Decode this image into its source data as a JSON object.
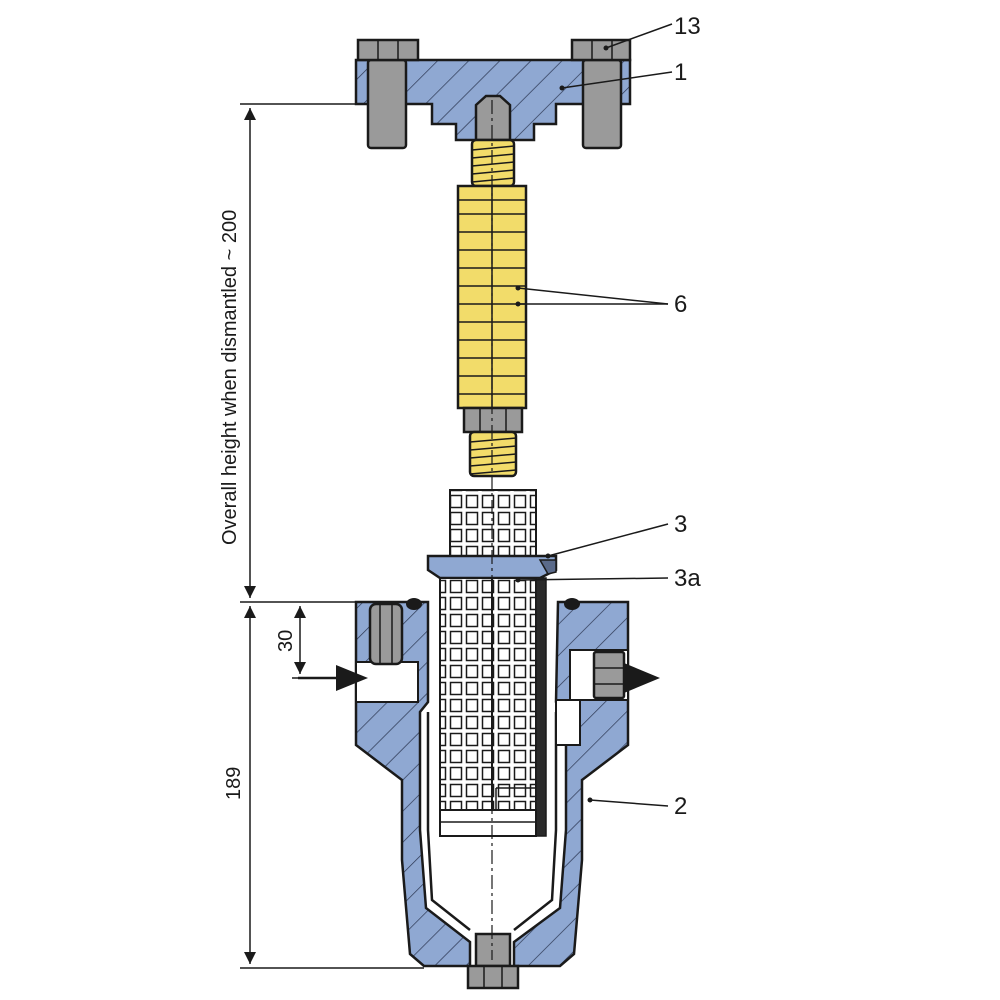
{
  "diagram": {
    "part_labels": {
      "p13": "13",
      "p1": "1",
      "p6": "6",
      "p3": "3",
      "p3a": "3a",
      "p2": "2"
    },
    "dimensions": {
      "overall_height": "Overall height when dismantled ~ 200",
      "top_offset": "30",
      "body_height": "189"
    },
    "colors": {
      "body": "#8fa8d2",
      "hatch_line": "#2a3550",
      "steel": "#9a9a9a",
      "yellow": "#f2dc6a",
      "outline": "#1a1a1a"
    }
  }
}
